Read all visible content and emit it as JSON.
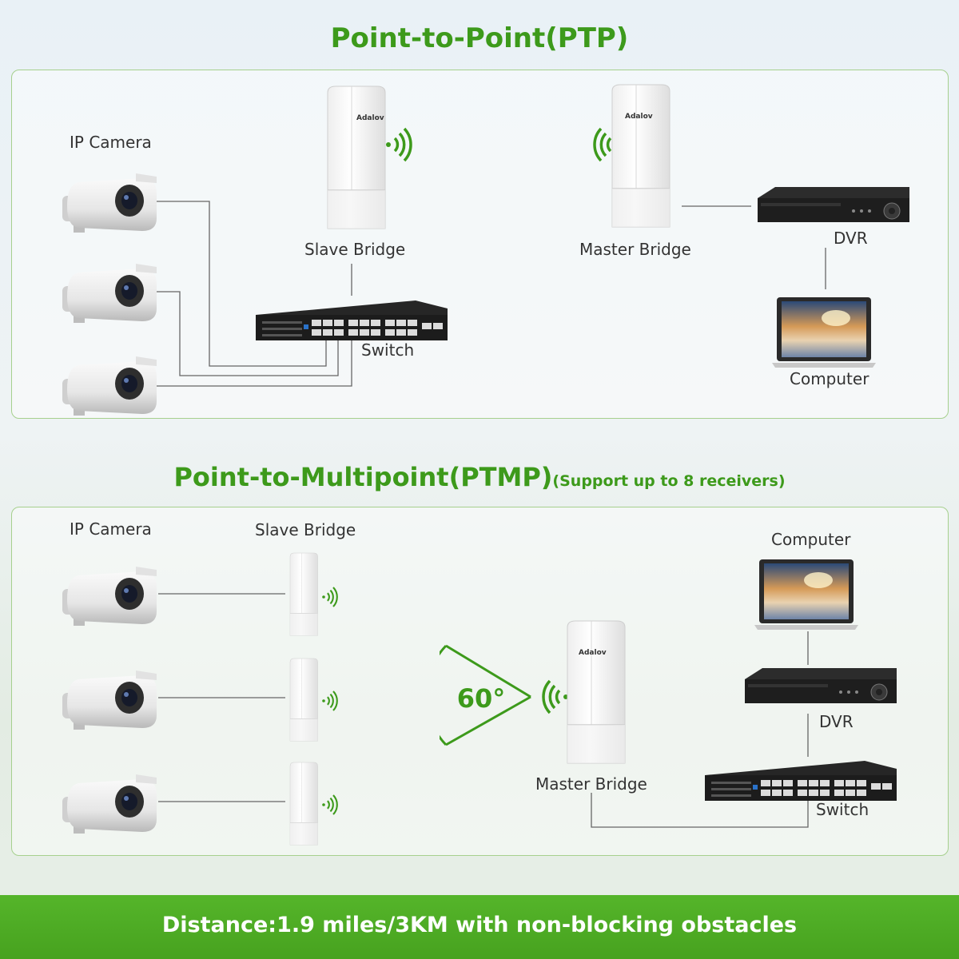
{
  "ptp": {
    "title": "Point-to-Point(PTP)",
    "labels": {
      "ip_camera": "IP Camera",
      "slave_bridge": "Slave Bridge",
      "master_bridge": "Master Bridge",
      "switch": "Switch",
      "dvr": "DVR",
      "computer": "Computer"
    }
  },
  "ptmp": {
    "title": "Point-to-Multipoint(PTMP)",
    "subtitle": "(Support up to 8 receivers)",
    "labels": {
      "ip_camera": "IP Camera",
      "slave_bridge": "Slave Bridge",
      "master_bridge": "Master Bridge",
      "switch": "Switch",
      "dvr": "DVR",
      "computer": "Computer"
    },
    "angle": "60°"
  },
  "brand": "Adalov",
  "footer": "Distance:1.9 miles/3KM with non-blocking obstacles",
  "colors": {
    "accent": "#3d9a1b",
    "footer": "#4fad24",
    "panel_border": "#a6d08e"
  }
}
